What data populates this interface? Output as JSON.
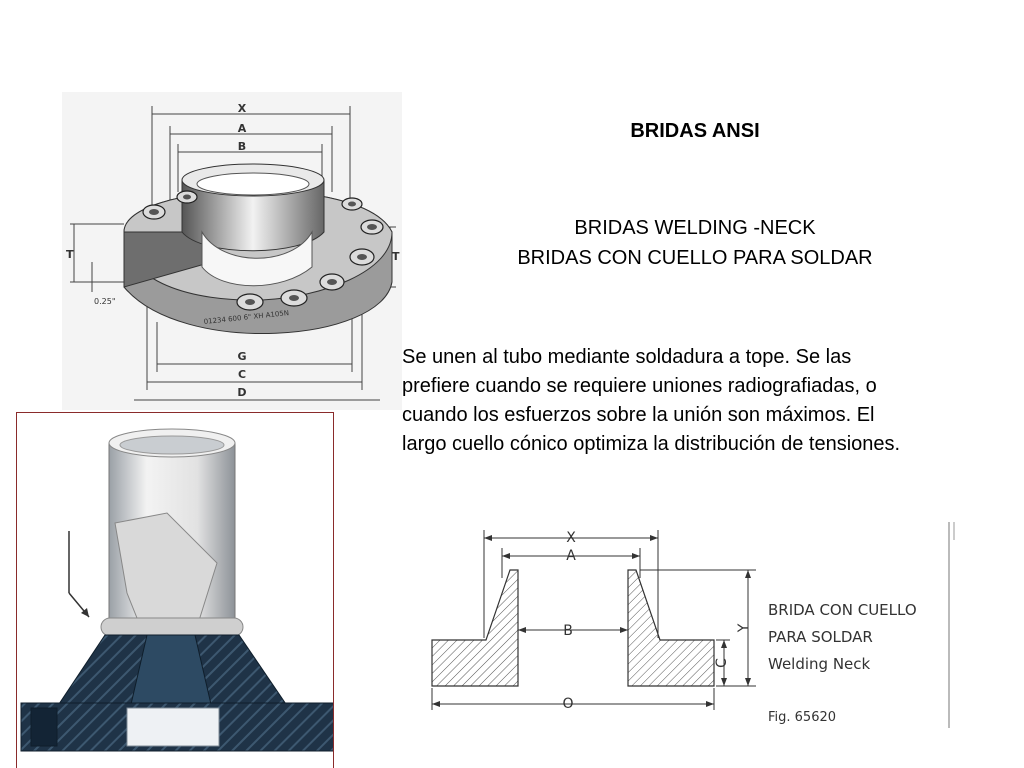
{
  "title": "BRIDAS ANSI",
  "subtitle": {
    "line1": "BRIDAS WELDING -NECK",
    "line2": "BRIDAS CON CUELLO PARA SOLDAR"
  },
  "body": {
    "lines": [
      "Se unen al tubo mediante soldadura a tope. Se las",
      "prefiere cuando se requiere uniones radiografiadas, o",
      "cuando los esfuerzos sobre la unión son máximos. El",
      "largo cuello cónico optimiza la distribución de tensiones."
    ]
  },
  "iso_drawing": {
    "labels": {
      "x": "X",
      "a": "A",
      "b": "B",
      "t1": "T",
      "t": "T",
      "g": "G",
      "c": "C",
      "d": "D",
      "dim": "0.25\""
    },
    "stamp": "01234 600 6\" XH A105N"
  },
  "section_drawing": {
    "labels": {
      "x": "X",
      "a": "A",
      "b": "B",
      "o": "O",
      "y": "Y",
      "c": "C"
    },
    "caption": {
      "line1": "BRIDA CON CUELLO",
      "line2": "PARA SOLDAR",
      "line3": "Welding Neck",
      "fig": "Fig. 65620"
    }
  },
  "colors": {
    "frame_border": "#8a2b2b",
    "flange_dark": "#1f3347",
    "pipe_light": "#dcdcdc"
  }
}
